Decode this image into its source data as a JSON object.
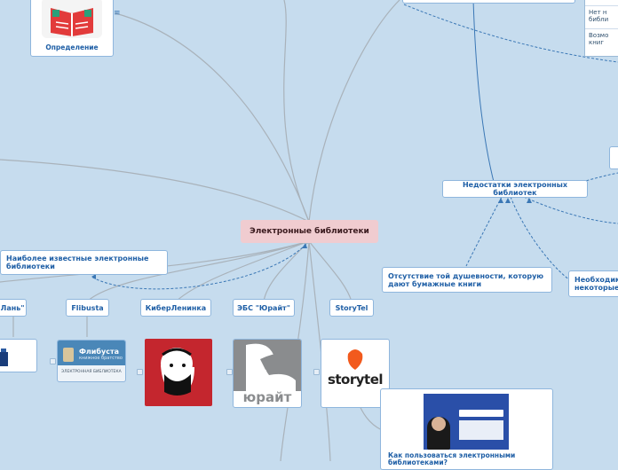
{
  "central": "Электронные библиотеки",
  "definition": {
    "label": "Определение"
  },
  "famous": {
    "label": "Наиболее известные электронные библиотеки"
  },
  "libraries": [
    {
      "label": "\"Лань\""
    },
    {
      "label": "Flibusta",
      "logo_title": "Флибуста",
      "logo_sub": "книжное братство",
      "logo_tag": "ЭЛЕКТРОННАЯ БИБЛИОТЕКА"
    },
    {
      "label": "КиберЛенинка"
    },
    {
      "label": "ЭБС \"Юрайт\"",
      "logo_text": "юрайт"
    },
    {
      "label": "StoryTel",
      "logo_text": "storytel"
    }
  ],
  "disadvantages": {
    "label": "Недостатки электронных библиотек"
  },
  "soul": {
    "label": "Отсутствие той душевности, которую дают бумажные книги"
  },
  "necessary": {
    "label": "Необходимо некоторые"
  },
  "howto": {
    "label": "Как пользоваться электронными библиотеками?"
  },
  "table_rows": [
    "Нет н библи",
    "Возмо книг"
  ],
  "colors": {
    "background": "#c6dcee",
    "central": "#f0ccd0",
    "link": "#3a77b5",
    "node_text": "#1f5fa6"
  },
  "icons": [
    "book-icon",
    "note-icon",
    "lenin-logo",
    "yurait-logo",
    "storytel-logo",
    "video-thumbnail"
  ]
}
